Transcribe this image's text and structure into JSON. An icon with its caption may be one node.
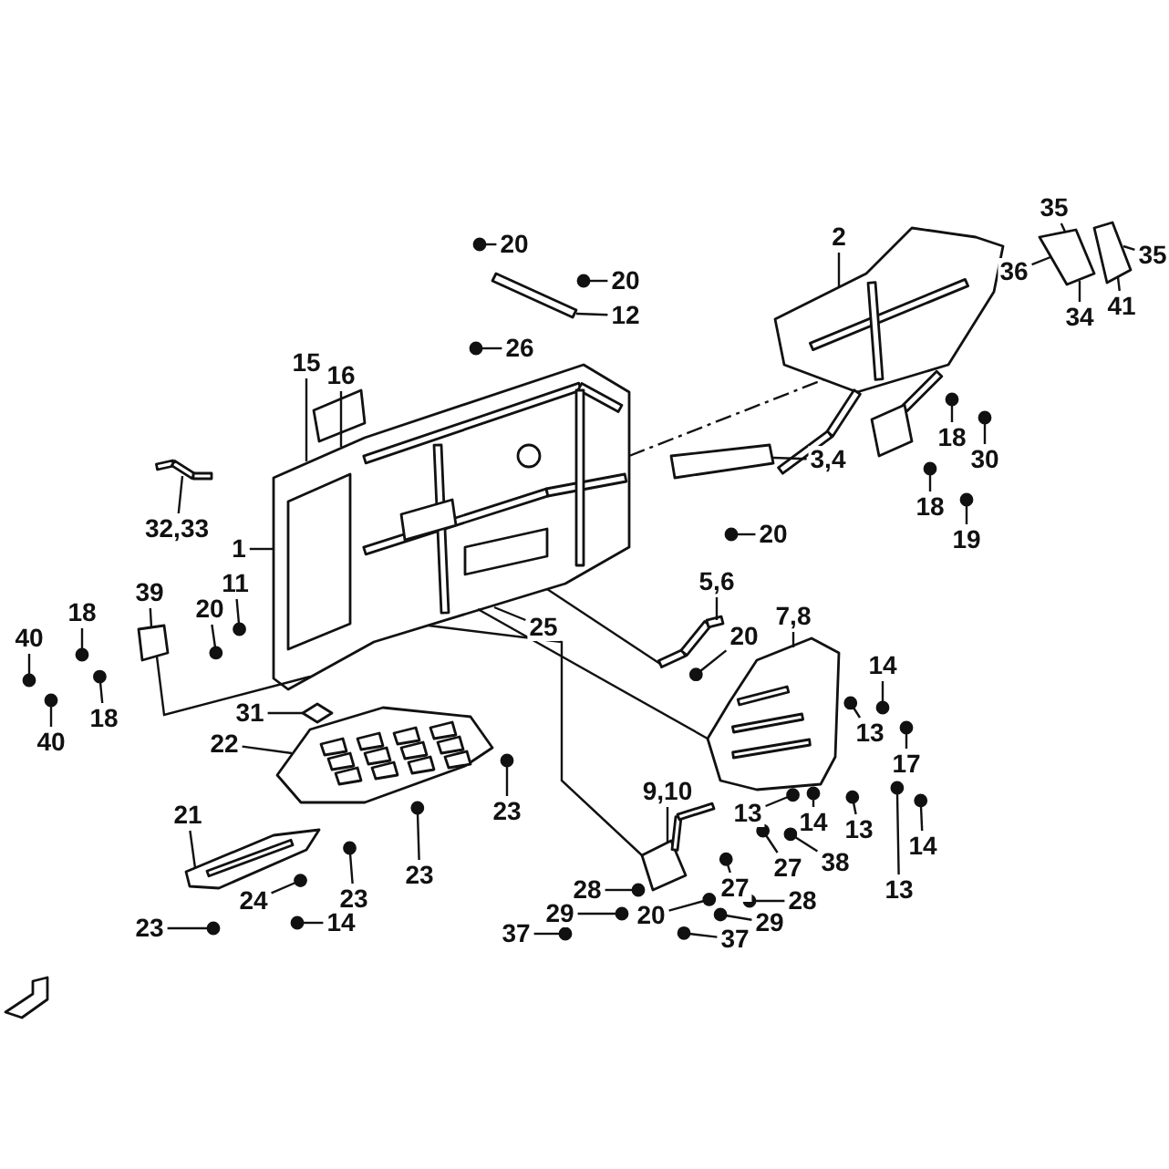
{
  "diagram": {
    "nodes": [
      {
        "text": [
          "20"
        ]
      },
      {
        "text": [
          "20"
        ]
      },
      {
        "text": [
          "12"
        ]
      },
      {
        "text": [
          "26"
        ]
      },
      {
        "text": [
          "15"
        ]
      },
      {
        "text": [
          "16"
        ]
      },
      {
        "text": [
          "32,33"
        ]
      },
      {
        "text": [
          "1"
        ]
      },
      {
        "text": [
          "11"
        ]
      },
      {
        "text": [
          "20"
        ]
      },
      {
        "text": [
          "25"
        ]
      },
      {
        "text": [
          "39"
        ]
      },
      {
        "text": [
          "18"
        ]
      },
      {
        "text": [
          "40"
        ]
      },
      {
        "text": [
          "18"
        ]
      },
      {
        "text": [
          "40"
        ]
      },
      {
        "text": [
          "2"
        ]
      },
      {
        "text": [
          "35"
        ]
      },
      {
        "text": [
          "36"
        ]
      },
      {
        "text": [
          "35"
        ]
      },
      {
        "text": [
          "41"
        ]
      },
      {
        "text": [
          "34"
        ]
      },
      {
        "text": [
          "3,4"
        ]
      },
      {
        "text": [
          "18"
        ]
      },
      {
        "text": [
          "30"
        ]
      },
      {
        "text": [
          "18"
        ]
      },
      {
        "text": [
          "19"
        ]
      },
      {
        "text": [
          "20"
        ]
      },
      {
        "text": [
          "5,6"
        ]
      },
      {
        "text": [
          "20"
        ]
      },
      {
        "text": [
          "7,8"
        ]
      },
      {
        "text": [
          "14"
        ]
      },
      {
        "text": [
          "13"
        ]
      },
      {
        "text": [
          "17"
        ]
      },
      {
        "text": [
          "14"
        ]
      },
      {
        "text": [
          "13"
        ]
      },
      {
        "text": [
          "13"
        ]
      },
      {
        "text": [
          "14"
        ]
      },
      {
        "text": [
          "13"
        ]
      },
      {
        "text": [
          "9,10"
        ]
      },
      {
        "text": [
          "38"
        ]
      },
      {
        "text": [
          "27"
        ]
      },
      {
        "text": [
          "27"
        ]
      },
      {
        "text": [
          "28"
        ]
      },
      {
        "text": [
          "28"
        ]
      },
      {
        "text": [
          "20"
        ]
      },
      {
        "text": [
          "29"
        ]
      },
      {
        "text": [
          "29"
        ]
      },
      {
        "text": [
          "37"
        ]
      },
      {
        "text": [
          "37"
        ]
      },
      {
        "text": [
          "31"
        ]
      },
      {
        "text": [
          "22"
        ]
      },
      {
        "text": [
          "23"
        ]
      },
      {
        "text": [
          "21"
        ]
      },
      {
        "text": [
          "23"
        ]
      },
      {
        "text": [
          "23"
        ]
      },
      {
        "text": [
          "24"
        ]
      },
      {
        "text": [
          "14"
        ]
      },
      {
        "text": [
          "23"
        ]
      },
      {
        "text": [],
        "shape": "picture"
      },
      {
        "text": [],
        "shape": "picture"
      },
      {
        "text": [],
        "shape": "bar"
      },
      {
        "text": [],
        "shape": "bar"
      },
      {
        "text": [],
        "shape": "picture"
      },
      {
        "text": [],
        "shape": "picture"
      },
      {
        "text": [],
        "shape": "picture"
      },
      {
        "text": [],
        "shape": "picture"
      },
      {
        "text": [],
        "shape": "diamond"
      },
      {
        "text": [],
        "shape": "picture"
      },
      {
        "text": [],
        "shape": "box"
      },
      {
        "text": [],
        "shape": "picture"
      },
      {
        "text": [],
        "shape": "box"
      },
      {
        "text": [],
        "shape": "box"
      },
      {
        "text": [],
        "shape": "circle"
      },
      {
        "text": [],
        "shape": "circle"
      },
      {
        "text": [],
        "shape": "circle"
      },
      {
        "text": [],
        "shape": "circle"
      },
      {
        "text": [],
        "shape": "circle"
      },
      {
        "text": [],
        "shape": "circle"
      },
      {
        "text": [],
        "shape": "circle"
      },
      {
        "text": [],
        "shape": "circle"
      },
      {
        "text": [],
        "shape": "circle"
      },
      {
        "text": [],
        "shape": "circle"
      },
      {
        "text": [],
        "shape": "circle"
      },
      {
        "text": [],
        "shape": "circle"
      },
      {
        "text": [],
        "shape": "circle"
      },
      {
        "text": [],
        "shape": "circle"
      },
      {
        "text": [],
        "shape": "circle"
      },
      {
        "text": [],
        "shape": "circle"
      },
      {
        "text": [],
        "shape": "circle"
      },
      {
        "text": [],
        "shape": "circle"
      },
      {
        "text": [],
        "shape": "circle"
      },
      {
        "text": [],
        "shape": "circle"
      },
      {
        "text": [],
        "shape": "circle"
      },
      {
        "text": [],
        "shape": "circle"
      },
      {
        "text": [],
        "shape": "circle"
      },
      {
        "text": [],
        "shape": "circle"
      },
      {
        "text": [],
        "shape": "circle"
      },
      {
        "text": [],
        "shape": "circle"
      },
      {
        "text": [],
        "shape": "circle"
      },
      {
        "text": [],
        "shape": "circle"
      },
      {
        "text": [],
        "shape": "circle"
      },
      {
        "text": [],
        "shape": "circle"
      },
      {
        "text": [],
        "shape": "circle"
      },
      {
        "text": [],
        "shape": "circle"
      },
      {
        "text": [],
        "shape": "circle"
      },
      {
        "text": [],
        "shape": "circle"
      },
      {
        "text": [],
        "shape": "circle"
      },
      {
        "text": [],
        "shape": "circle"
      },
      {
        "text": [],
        "shape": "circle"
      },
      {
        "text": [],
        "shape": "circle"
      },
      {
        "text": [],
        "shape": "circle"
      }
    ],
    "edges": [
      {
        "from": 0,
        "to": 73,
        "arrow": "none"
      },
      {
        "from": 1,
        "to": 74,
        "arrow": "none"
      },
      {
        "from": 2,
        "to": 61,
        "arrow": "none"
      },
      {
        "from": 3,
        "to": 75,
        "arrow": "none"
      },
      {
        "from": 4,
        "to": 59,
        "arrow": "none"
      },
      {
        "from": 5,
        "to": 59,
        "arrow": "none"
      },
      {
        "from": 6,
        "to": 70,
        "arrow": "none"
      },
      {
        "from": 7,
        "to": 59,
        "arrow": "none"
      },
      {
        "from": 8,
        "to": 76,
        "arrow": "none"
      },
      {
        "from": 9,
        "to": 77,
        "arrow": "none"
      },
      {
        "from": 10,
        "to": 59,
        "arrow": "none"
      },
      {
        "from": 11,
        "to": 69,
        "arrow": "none"
      },
      {
        "from": 12,
        "to": 78,
        "arrow": "none"
      },
      {
        "from": 13,
        "to": 79,
        "arrow": "none"
      },
      {
        "from": 14,
        "to": 80,
        "arrow": "none"
      },
      {
        "from": 15,
        "to": 81,
        "arrow": "none"
      },
      {
        "from": 16,
        "to": 60,
        "arrow": "none"
      },
      {
        "from": 17,
        "to": 71,
        "arrow": "none"
      },
      {
        "from": 18,
        "to": 71,
        "arrow": "none"
      },
      {
        "from": 19,
        "to": 72,
        "arrow": "none"
      },
      {
        "from": 20,
        "to": 72,
        "arrow": "none"
      },
      {
        "from": 21,
        "to": 71,
        "arrow": "none"
      },
      {
        "from": 22,
        "to": 62,
        "arrow": "none"
      },
      {
        "from": 23,
        "to": 82,
        "arrow": "none"
      },
      {
        "from": 24,
        "to": 83,
        "arrow": "none"
      },
      {
        "from": 25,
        "to": 84,
        "arrow": "none"
      },
      {
        "from": 26,
        "to": 85,
        "arrow": "none"
      },
      {
        "from": 27,
        "to": 86,
        "arrow": "none"
      },
      {
        "from": 28,
        "to": 63,
        "arrow": "none"
      },
      {
        "from": 29,
        "to": 87,
        "arrow": "none"
      },
      {
        "from": 30,
        "to": 64,
        "arrow": "none"
      },
      {
        "from": 31,
        "to": 88,
        "arrow": "none"
      },
      {
        "from": 32,
        "to": 89,
        "arrow": "none"
      },
      {
        "from": 33,
        "to": 90,
        "arrow": "none"
      },
      {
        "from": 34,
        "to": 91,
        "arrow": "none"
      },
      {
        "from": 35,
        "to": 92,
        "arrow": "none"
      },
      {
        "from": 36,
        "to": 93,
        "arrow": "none"
      },
      {
        "from": 37,
        "to": 94,
        "arrow": "none"
      },
      {
        "from": 38,
        "to": 95,
        "arrow": "none"
      },
      {
        "from": 39,
        "to": 68,
        "arrow": "none"
      },
      {
        "from": 40,
        "to": 96,
        "arrow": "none"
      },
      {
        "from": 41,
        "to": 97,
        "arrow": "none"
      },
      {
        "from": 42,
        "to": 98,
        "arrow": "none"
      },
      {
        "from": 43,
        "to": 99,
        "arrow": "none"
      },
      {
        "from": 44,
        "to": 100,
        "arrow": "none"
      },
      {
        "from": 45,
        "to": 101,
        "arrow": "none"
      },
      {
        "from": 46,
        "to": 102,
        "arrow": "none"
      },
      {
        "from": 47,
        "to": 103,
        "arrow": "none"
      },
      {
        "from": 48,
        "to": 104,
        "arrow": "none"
      },
      {
        "from": 49,
        "to": 105,
        "arrow": "none"
      },
      {
        "from": 50,
        "to": 67,
        "arrow": "none"
      },
      {
        "from": 51,
        "to": 65,
        "arrow": "none"
      },
      {
        "from": 52,
        "to": 106,
        "arrow": "none"
      },
      {
        "from": 53,
        "to": 66,
        "arrow": "none"
      },
      {
        "from": 54,
        "to": 107,
        "arrow": "none"
      },
      {
        "from": 55,
        "to": 108,
        "arrow": "none"
      },
      {
        "from": 56,
        "to": 109,
        "arrow": "none"
      },
      {
        "from": 57,
        "to": 110,
        "arrow": "none"
      },
      {
        "from": 58,
        "to": 111,
        "arrow": "none"
      },
      {
        "from": 59,
        "to": 60,
        "arrow": "none",
        "style": "dashed"
      },
      {
        "from": 59,
        "to": 69,
        "arrow": "none"
      },
      {
        "from": 59,
        "to": 68,
        "arrow": "none"
      },
      {
        "from": 59,
        "to": 64,
        "arrow": "none"
      },
      {
        "from": 59,
        "to": 63,
        "arrow": "none"
      }
    ]
  }
}
